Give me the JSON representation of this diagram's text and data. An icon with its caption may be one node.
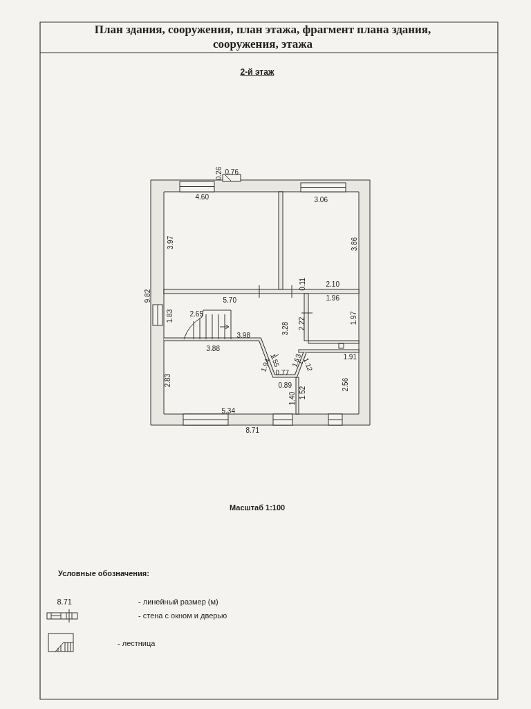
{
  "diagram": {
    "title": "План здания, сооружения, план этажа, фрагмент плана здания, сооружения, этажа",
    "labels": [
      "2-й этаж",
      "0.26",
      "0.76",
      "4.60",
      "3.06",
      "3.97",
      "3.86",
      "9.82",
      "0.11",
      "2.10",
      "5.70",
      "1.96",
      "1.83",
      "2.65",
      "3.28",
      "2.22",
      "1.97",
      "3.98",
      "3.88",
      "1.91",
      "1.94",
      "1.55",
      "1.13",
      "1.12",
      "2.83",
      "0.77",
      "0.89",
      "2.56",
      "1.52",
      "1.40",
      "5.34",
      "8.71",
      "Масштаб 1:100",
      "Условные обозначения:",
      "8.71"
    ],
    "legend": [
      {
        "text": "- линейный размер (м)"
      },
      {
        "text": "- стена с окном и дверью"
      },
      {
        "text": "- лестница"
      }
    ]
  }
}
